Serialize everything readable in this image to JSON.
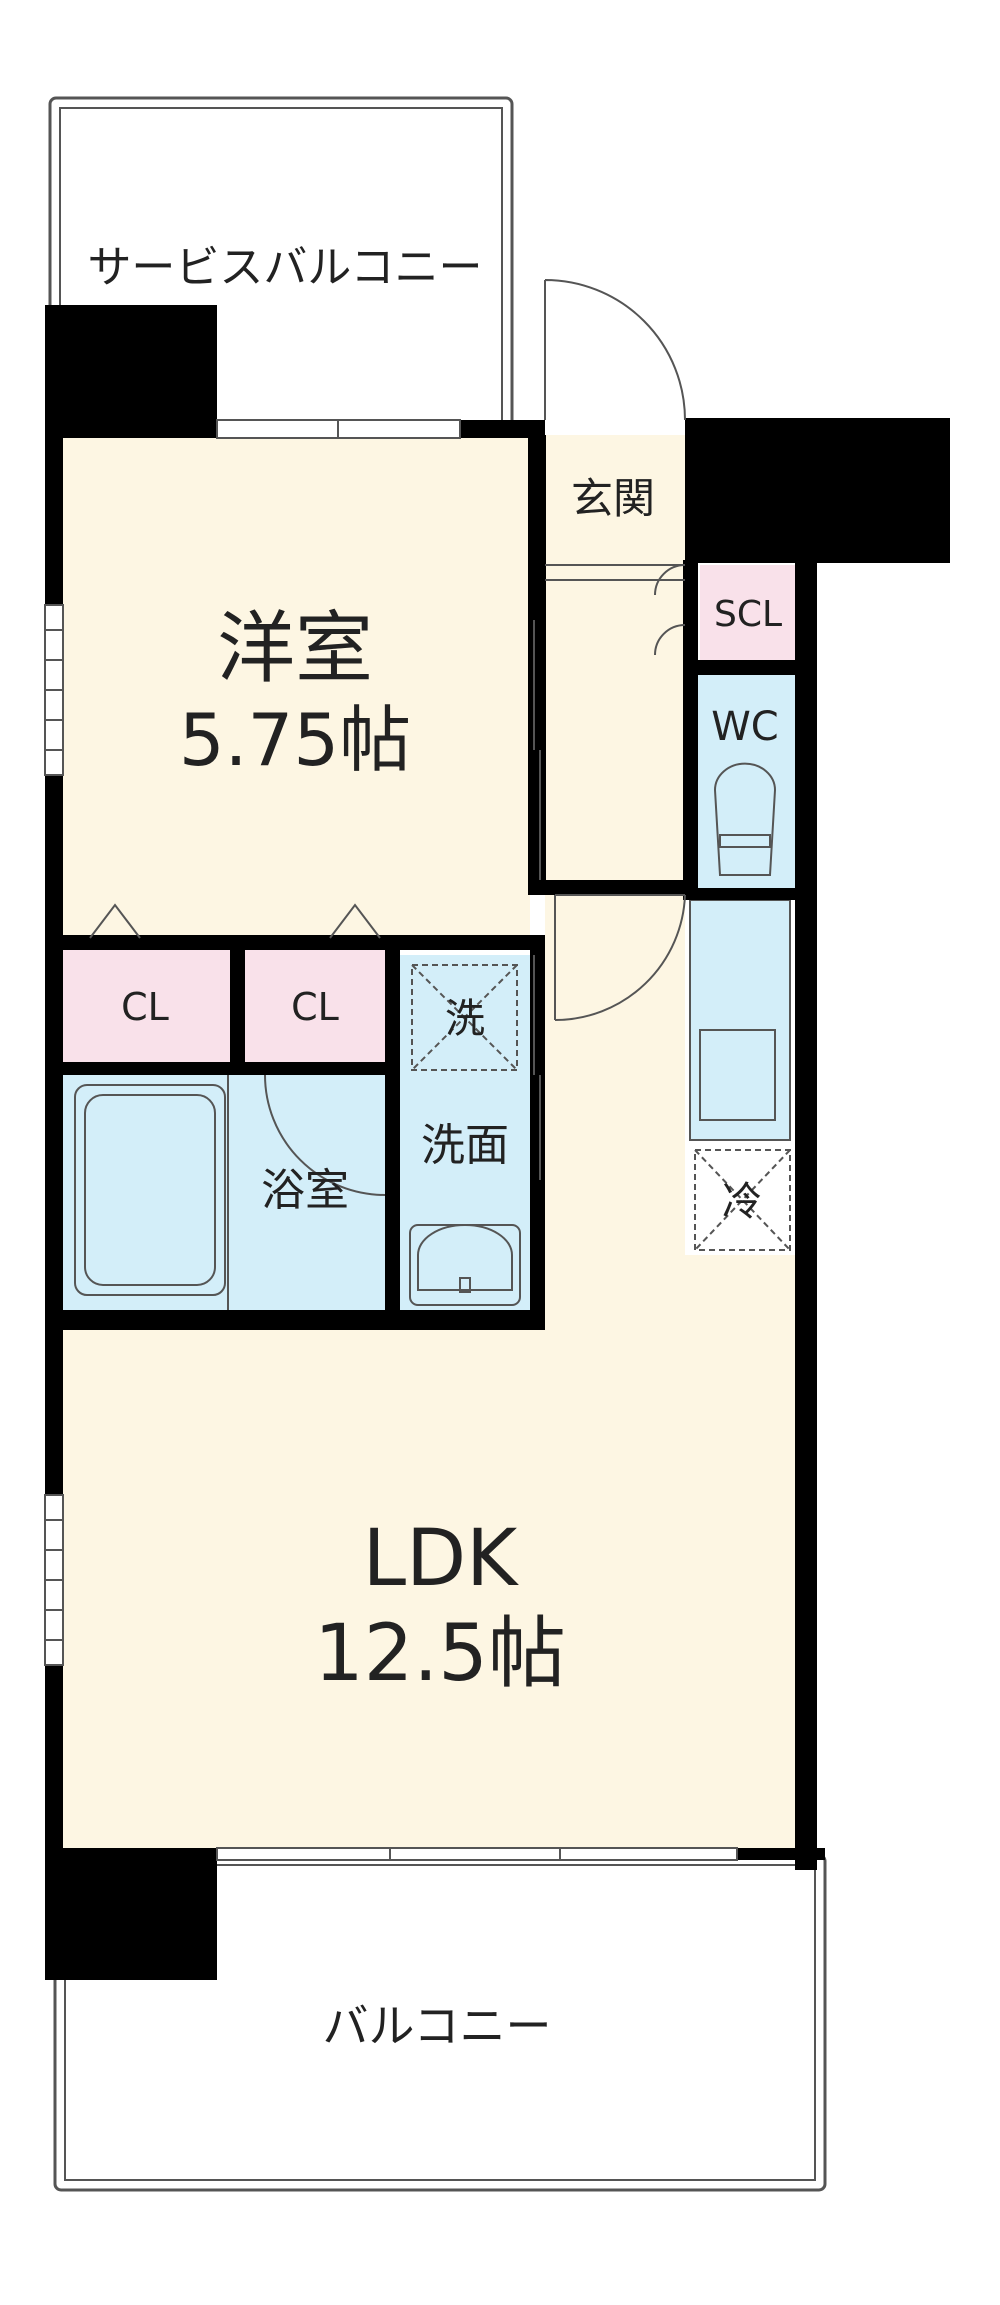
{
  "floorplan": {
    "service_balcony": {
      "label": "サービスバルコニー"
    },
    "entrance": {
      "label": "玄関"
    },
    "shoe_closet": {
      "label": "SCL"
    },
    "toilet": {
      "label": "WC"
    },
    "western_room": {
      "name": "洋室",
      "size": "5.75帖"
    },
    "closet_left": {
      "label": "CL"
    },
    "closet_right": {
      "label": "CL"
    },
    "washer_space": {
      "label": "洗"
    },
    "washroom": {
      "label": "洗面"
    },
    "bathroom": {
      "label": "浴室"
    },
    "fridge_space": {
      "label": "冷"
    },
    "ldk": {
      "name": "LDK",
      "size": "12.5帖"
    },
    "balcony": {
      "label": "バルコニー"
    }
  },
  "colors": {
    "wall": "#000000",
    "living_floor": "#fdf6e3",
    "wet_area": "#d3eef9",
    "closet": "#f9e1ea",
    "line": "#222222",
    "outline": "#555555"
  }
}
